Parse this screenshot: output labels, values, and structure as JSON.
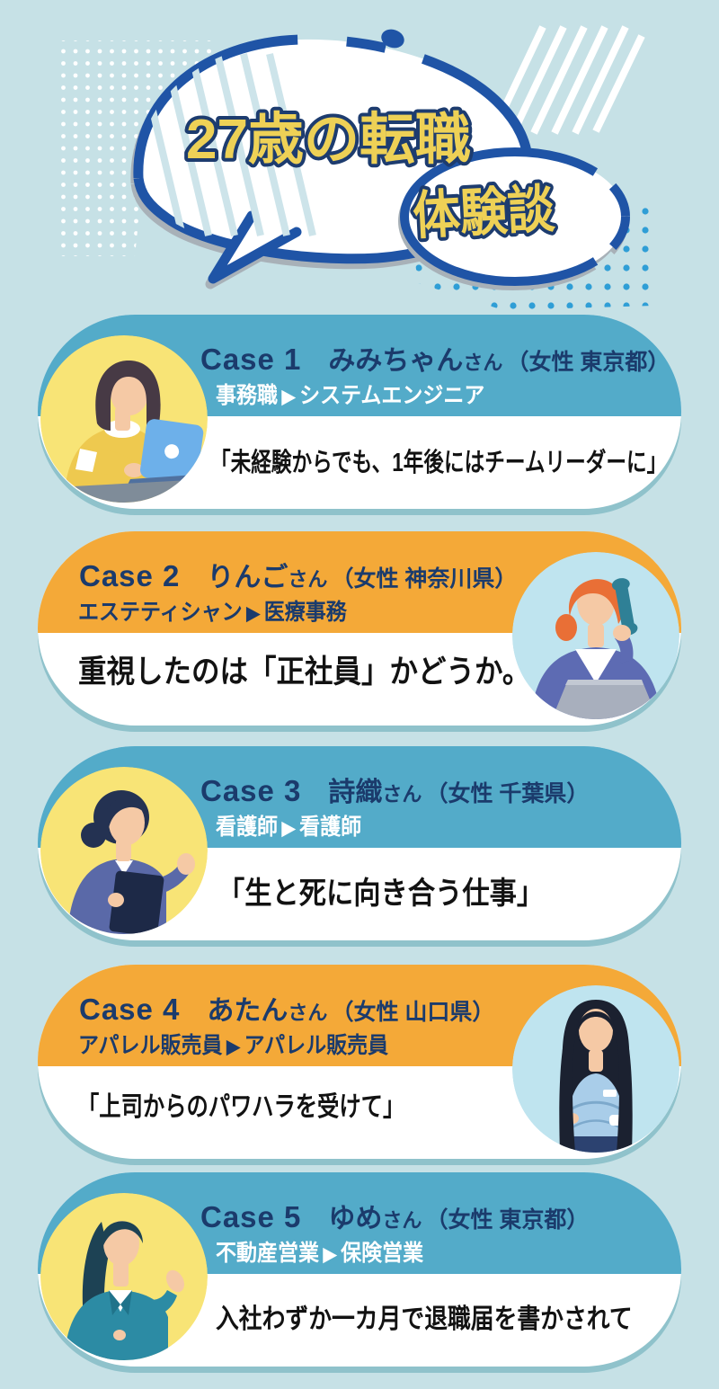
{
  "header": {
    "title_line1": "27歳の転職",
    "title_line2": "体験談"
  },
  "shared": {
    "career_arrow": "▶"
  },
  "cases": [
    {
      "label": "Case 1",
      "name": "みみちゃん",
      "suffix": "さん",
      "profile": "（女性 東京都）",
      "career_from": "事務職",
      "career_to": "システムエンジニア",
      "quote": "「未経験からでも、1年後にはチームリーダーに」",
      "theme": "blue",
      "avatar": "woman-at-laptop",
      "avatar_side": "left"
    },
    {
      "label": "Case 2",
      "name": "りんご",
      "suffix": "さん",
      "profile": "（女性 神奈川県）",
      "career_from": "エステティシャン",
      "career_to": "医療事務",
      "quote": "重視したのは「正社員」かどうか。",
      "theme": "orange",
      "avatar": "woman-on-phone",
      "avatar_side": "right"
    },
    {
      "label": "Case 3",
      "name": "詩織",
      "suffix": "さん",
      "profile": "（女性 千葉県）",
      "career_from": "看護師",
      "career_to": "看護師",
      "quote": "「生と死に向き合う仕事」",
      "theme": "blue",
      "avatar": "woman-with-clipboard",
      "avatar_side": "left"
    },
    {
      "label": "Case 4",
      "name": "あたん",
      "suffix": "さん",
      "profile": "（女性 山口県）",
      "career_from": "アパレル販売員",
      "career_to": "アパレル販売員",
      "quote": "「上司からのパワハラを受けて」",
      "theme": "orange",
      "avatar": "woman-arms-crossed",
      "avatar_side": "right"
    },
    {
      "label": "Case 5",
      "name": "ゆめ",
      "suffix": "さん",
      "profile": "（女性 東京都）",
      "career_from": "不動産営業",
      "career_to": "保険営業",
      "quote": "入社わずか一カ月で退職届を書かされて",
      "theme": "blue",
      "avatar": "woman-presenting",
      "avatar_side": "left"
    }
  ],
  "colors": {
    "background": "#c6e1e6",
    "header_blue": "#53abc9",
    "header_orange": "#f4a938",
    "navy_text": "#1b3b6c",
    "bubble_border": "#1f54a6",
    "title_yellow": "#eed156",
    "card_shadow": "#8fc2cb",
    "avatar_yellow_bg": "#f8e476",
    "avatar_blue_bg": "#bfe4ef"
  }
}
